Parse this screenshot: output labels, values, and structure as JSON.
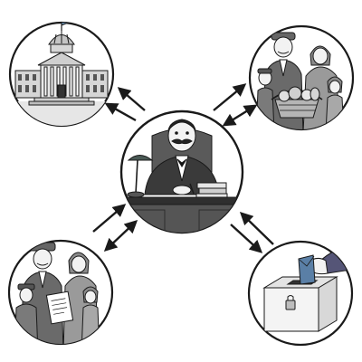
{
  "diagram": {
    "style": "black-and-white ink illustration, circular vignettes linked by arrows",
    "colors": {
      "ink": "#1a1a1a",
      "paper": "#ffffff",
      "light_gray": "#d9d9d9",
      "mid_gray": "#9a9a9a",
      "dark_gray": "#555555",
      "flag_blue": "#6b8fb0",
      "ballot_blue": "#5a7fa6"
    },
    "nodes": [
      {
        "id": "politician",
        "position": "center",
        "icon": "politician-at-desk-icon"
      },
      {
        "id": "capitol",
        "position": "top-left",
        "icon": "capitol-building-icon"
      },
      {
        "id": "family-top",
        "position": "top-right",
        "icon": "family-with-food-basket-icon"
      },
      {
        "id": "family-bottom",
        "position": "bottom-left",
        "icon": "family-with-document-icon"
      },
      {
        "id": "ballot",
        "position": "bottom-right",
        "icon": "ballot-box-icon"
      }
    ],
    "arrows": [
      {
        "from": "politician",
        "to": "capitol",
        "direction": "one-way"
      },
      {
        "from": "politician",
        "to": "family-top",
        "direction": "two-way"
      },
      {
        "from": "politician",
        "to": "family-bottom",
        "direction": "two-way"
      },
      {
        "from": "politician",
        "to": "ballot",
        "direction": "two-way"
      }
    ]
  }
}
